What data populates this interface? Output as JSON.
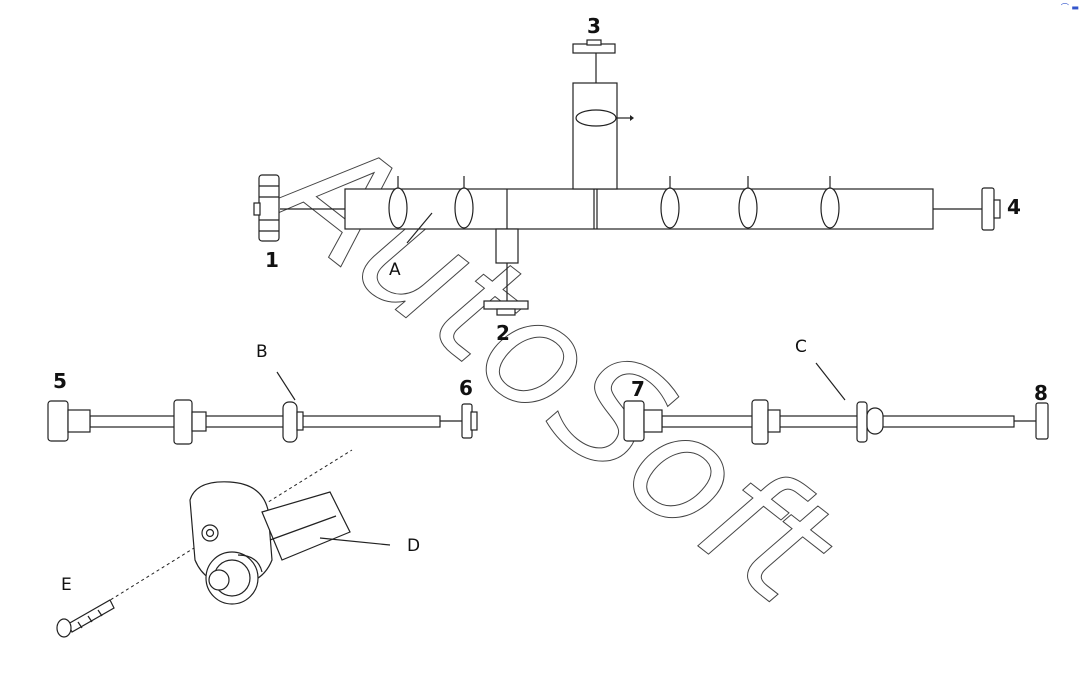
{
  "watermark": "AutoSoft",
  "corner_mark": "⌒ ▬",
  "callouts": {
    "n1": "1",
    "n2": "2",
    "n3": "3",
    "n4": "4",
    "n5": "5",
    "n6": "6",
    "n7": "7",
    "n8": "8",
    "A": "A",
    "B": "B",
    "C": "C",
    "D": "D",
    "E": "E"
  }
}
